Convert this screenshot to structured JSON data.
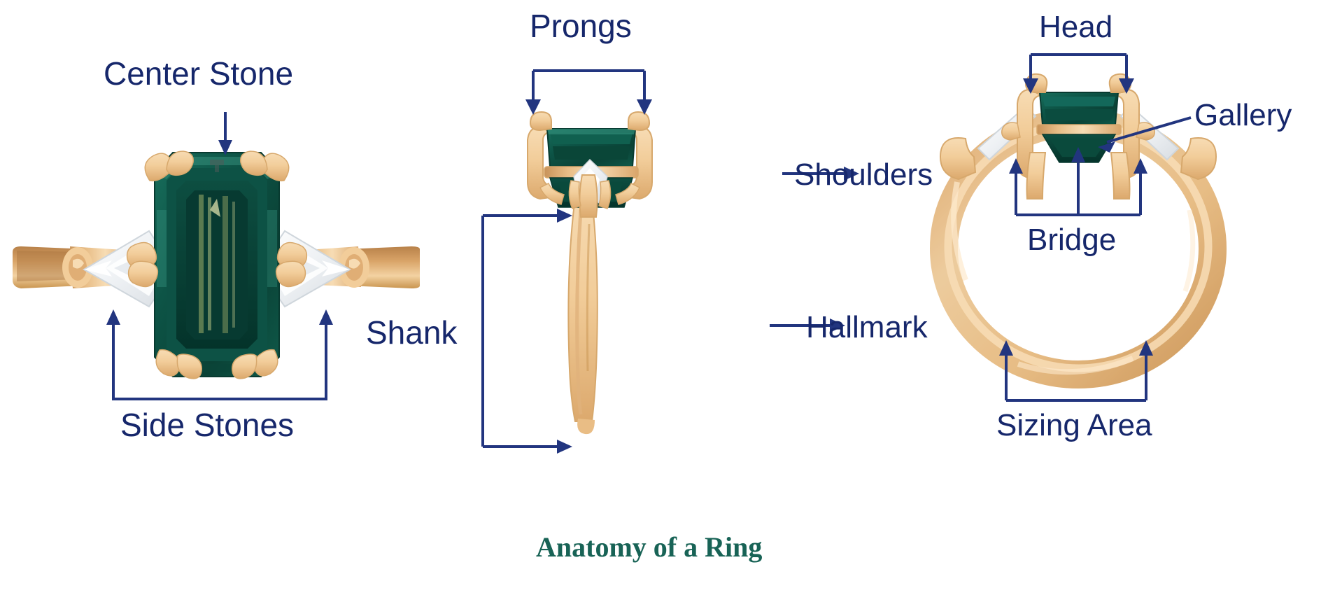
{
  "diagram": {
    "title": "Anatomy of a Ring",
    "background_color": "#ffffff",
    "label_color": "#16276b",
    "title_color": "#186356",
    "metal_color": "#f2cd9a",
    "metal_shadow_color": "#d8a96a",
    "gem_color": "#0f5245",
    "gem_dark_color": "#073a31",
    "accent_white": "#f2f4f6"
  },
  "views": [
    {
      "name": "top-view",
      "description": "Emerald cut center stone with kite side stones, top view",
      "labels": [
        "Center Stone",
        "Side Stones"
      ]
    },
    {
      "name": "front-view",
      "description": "Ring front elevation showing prongs and shank",
      "labels": [
        "Prongs",
        "Shank"
      ]
    },
    {
      "name": "profile-view",
      "description": "Ring profile showing head, gallery, shoulders, bridge, hallmark, sizing area",
      "labels": [
        "Head",
        "Gallery",
        "Shoulders",
        "Bridge",
        "Hallmark",
        "Sizing Area"
      ]
    }
  ],
  "labels": {
    "center_stone": "Center Stone",
    "side_stones": "Side Stones",
    "prongs": "Prongs",
    "shank": "Shank",
    "head": "Head",
    "gallery": "Gallery",
    "shoulders": "Shoulders",
    "bridge": "Bridge",
    "hallmark": "Hallmark",
    "sizing_area": "Sizing Area"
  }
}
